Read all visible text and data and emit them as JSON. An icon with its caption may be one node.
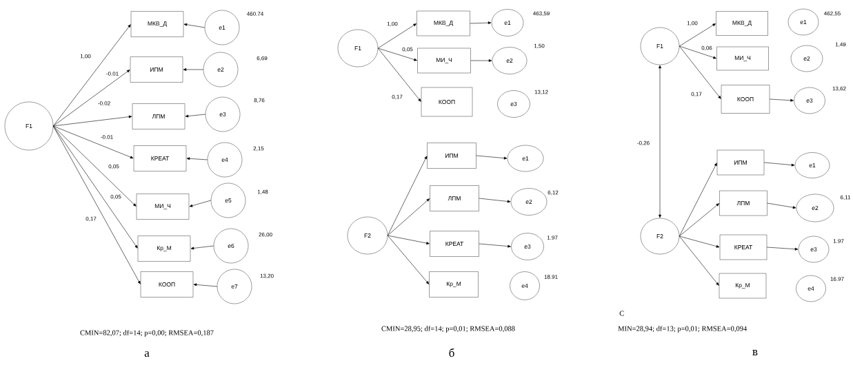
{
  "diagram": {
    "nodes": [
      {
        "text": [
          "F1"
        ]
      },
      {
        "text": [
          "МКВ_Д"
        ]
      },
      {
        "text": [
          "e1"
        ],
        "beside": [
          "460.74"
        ]
      },
      {
        "text": [
          "ИПМ"
        ]
      },
      {
        "text": [
          "e2"
        ],
        "beside": [
          "6,69"
        ]
      },
      {
        "text": [
          "ЛПМ"
        ]
      },
      {
        "text": [
          "e3"
        ],
        "beside": [
          "8,76"
        ]
      },
      {
        "text": [
          "КРЕАТ"
        ]
      },
      {
        "text": [
          "e4"
        ],
        "beside": [
          "2,15"
        ]
      },
      {
        "text": [
          "МИ_Ч"
        ]
      },
      {
        "text": [
          "e5"
        ],
        "beside": [
          "1,48"
        ]
      },
      {
        "text": [
          "Кр_М"
        ]
      },
      {
        "text": [
          "e6"
        ],
        "beside": [
          "26,00"
        ]
      },
      {
        "text": [
          "КООП"
        ]
      },
      {
        "text": [
          "e7"
        ],
        "beside": [
          "13,20"
        ]
      },
      {
        "text": [
          "F1"
        ]
      },
      {
        "text": [
          "МКВ_Д"
        ]
      },
      {
        "text": [
          "e1"
        ],
        "beside": [
          "463,59"
        ]
      },
      {
        "text": [
          "МИ_Ч"
        ]
      },
      {
        "text": [
          "e2"
        ],
        "beside": [
          "1,50"
        ]
      },
      {
        "text": [
          "КООП"
        ]
      },
      {
        "text": [
          "e3"
        ],
        "beside": [
          "13,12"
        ]
      },
      {
        "text": [
          "F2"
        ]
      },
      {
        "text": [
          "ИПМ"
        ]
      },
      {
        "text": [
          "e1"
        ]
      },
      {
        "text": [
          "ЛПМ"
        ]
      },
      {
        "text": [
          "e2"
        ],
        "beside": [
          "6,12"
        ]
      },
      {
        "text": [
          "КРЕАТ"
        ]
      },
      {
        "text": [
          "e3"
        ],
        "beside": [
          "1.97"
        ]
      },
      {
        "text": [
          "Кр_М"
        ]
      },
      {
        "text": [
          "e4"
        ],
        "beside": [
          "18.91"
        ]
      },
      {
        "text": [
          "F1"
        ]
      },
      {
        "text": [
          "МКВ_Д"
        ]
      },
      {
        "text": [
          "e1"
        ],
        "beside": [
          "462,55"
        ]
      },
      {
        "text": [
          "МИ_Ч"
        ]
      },
      {
        "text": [
          "e2"
        ],
        "beside": [
          "1,49"
        ]
      },
      {
        "text": [
          "КООП"
        ]
      },
      {
        "text": [
          "e3"
        ],
        "beside": [
          "13,62"
        ]
      },
      {
        "text": [
          "F2"
        ]
      },
      {
        "text": [
          "ИПМ"
        ]
      },
      {
        "text": [
          "e1"
        ]
      },
      {
        "text": [
          "ЛПМ"
        ]
      },
      {
        "text": [
          "e2"
        ],
        "beside": [
          "6,11"
        ]
      },
      {
        "text": [
          "КРЕАТ"
        ]
      },
      {
        "text": [
          "e3"
        ],
        "beside": [
          "1.97"
        ]
      },
      {
        "text": [
          "Кр_М"
        ]
      },
      {
        "text": [
          "e4"
        ],
        "beside": [
          "16.97"
        ]
      }
    ],
    "edges": [
      {
        "from": 0,
        "to": 1,
        "arrow": "to",
        "label": "1,00"
      },
      {
        "from": 0,
        "to": 3,
        "arrow": "to",
        "label": "-0.01"
      },
      {
        "from": 0,
        "to": 5,
        "arrow": "to",
        "label": "-0.02"
      },
      {
        "from": 0,
        "to": 7,
        "arrow": "to",
        "label": "-0.01"
      },
      {
        "from": 0,
        "to": 9,
        "arrow": "to",
        "label": "0,05"
      },
      {
        "from": 0,
        "to": 11,
        "arrow": "to",
        "label": "0,05"
      },
      {
        "from": 0,
        "to": 13,
        "arrow": "to",
        "label": "0,17"
      },
      {
        "from": 2,
        "to": 1,
        "arrow": "to"
      },
      {
        "from": 4,
        "to": 3,
        "arrow": "to"
      },
      {
        "from": 6,
        "to": 5,
        "arrow": "to"
      },
      {
        "from": 8,
        "to": 7,
        "arrow": "to"
      },
      {
        "from": 10,
        "to": 9,
        "arrow": "to"
      },
      {
        "from": 12,
        "to": 11,
        "arrow": "to"
      },
      {
        "from": 14,
        "to": 13,
        "arrow": "to"
      },
      {
        "from": 15,
        "to": 16,
        "arrow": "to",
        "label": "1,00"
      },
      {
        "from": 15,
        "to": 18,
        "arrow": "to",
        "label": "0,05"
      },
      {
        "from": 15,
        "to": 20,
        "arrow": "to",
        "label": "0,17"
      },
      {
        "from": 16,
        "to": 17,
        "arrow": "to"
      },
      {
        "from": 18,
        "to": 19,
        "arrow": "to"
      },
      {
        "from": 22,
        "to": 23,
        "arrow": "to"
      },
      {
        "from": 22,
        "to": 25,
        "arrow": "to"
      },
      {
        "from": 22,
        "to": 27,
        "arrow": "to"
      },
      {
        "from": 22,
        "to": 29,
        "arrow": "to"
      },
      {
        "from": 23,
        "to": 24,
        "arrow": "to"
      },
      {
        "from": 25,
        "to": 26,
        "arrow": "to"
      },
      {
        "from": 27,
        "to": 28,
        "arrow": "to"
      },
      {
        "from": 31,
        "to": 38,
        "arrow": "both",
        "label": "-0,26"
      },
      {
        "from": 31,
        "to": 32,
        "arrow": "to",
        "label": "1,00"
      },
      {
        "from": 31,
        "to": 34,
        "arrow": "to",
        "label": "0,06"
      },
      {
        "from": 31,
        "to": 36,
        "arrow": "to",
        "label": "0,17"
      },
      {
        "from": 36,
        "to": 37,
        "arrow": "to"
      },
      {
        "from": 38,
        "to": 39,
        "arrow": "to"
      },
      {
        "from": 38,
        "to": 41,
        "arrow": "to"
      },
      {
        "from": 38,
        "to": 43,
        "arrow": "to"
      },
      {
        "from": 38,
        "to": 45,
        "arrow": "to"
      },
      {
        "from": 39,
        "to": 40,
        "arrow": "to"
      },
      {
        "from": 41,
        "to": 42,
        "arrow": "to"
      },
      {
        "from": 43,
        "to": 44,
        "arrow": "to"
      }
    ],
    "labels": [
      "CMIN=82,07; df=14; p=0,00; RMSEA=0,187",
      "а",
      "CMIN=28,95; df=14; p=0,01; RMSEA=0,088",
      "б",
      "C",
      "MIN=28,94; df=13; p=0,01; RMSEA=0,094",
      "в"
    ]
  }
}
